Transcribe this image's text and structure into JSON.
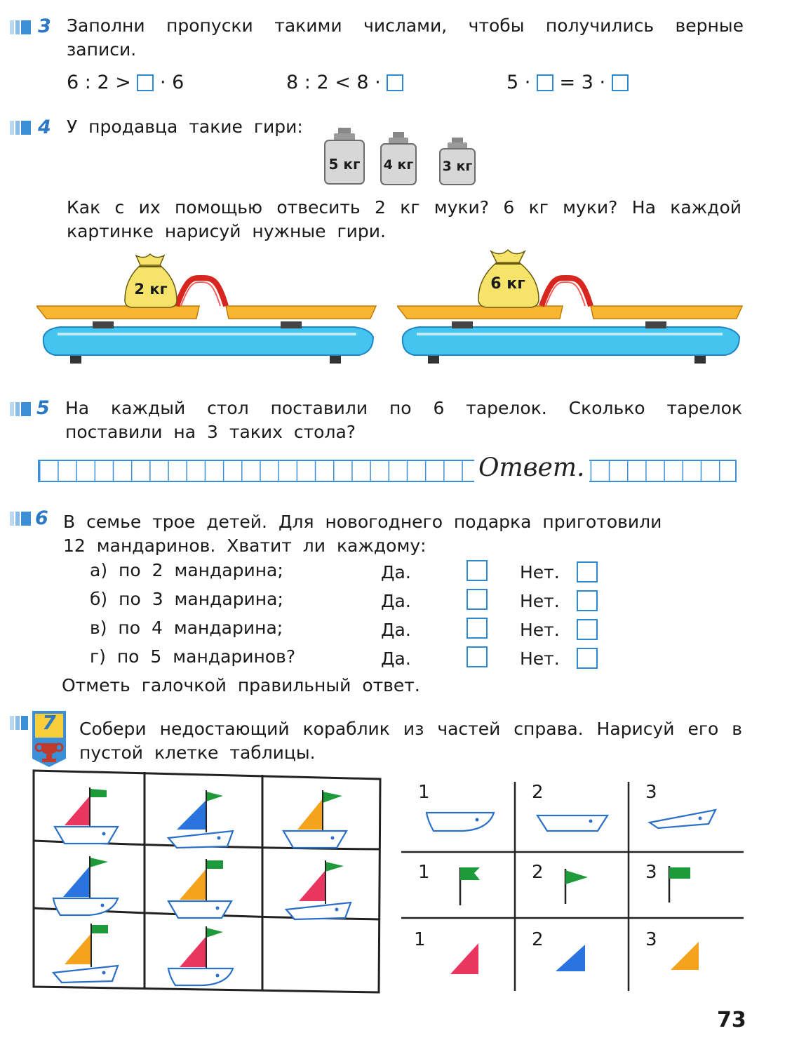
{
  "task3": {
    "num": "3",
    "text": "Заполни пропуски такими числами, чтобы получились верные записи.",
    "expr1_left": "6 : 2 >",
    "expr1_right": "· 6",
    "expr2_left": "8 : 2 < 8 ·",
    "expr3_left": "5 ·",
    "expr3_mid": "= 3 ·"
  },
  "task4": {
    "num": "4",
    "intro": "У продавца такие гири:",
    "weights": [
      "5 кг",
      "4 кг",
      "3 кг"
    ],
    "question": "Как с их помощью отвесить 2 кг муки? 6 кг муки? На каждой картинке нарисуй нужные гири.",
    "bags": [
      "2 кг",
      "6 кг"
    ]
  },
  "task5": {
    "num": "5",
    "text": "На каждый стол поставили по 6 тарелок. Сколько тарелок поставили на 3 таких стола?",
    "answer_label": "Ответ."
  },
  "task6": {
    "num": "6",
    "text": "В семье трое детей. Для новогоднего подарка приготовили 12 мандаринов. Хватит ли каждому:",
    "options": [
      {
        "label": "а) по 2 мандарина;",
        "yes": "Да.",
        "no": "Нет."
      },
      {
        "label": "б) по 3 мандарина;",
        "yes": "Да.",
        "no": "Нет."
      },
      {
        "label": "в) по 4 мандарина;",
        "yes": "Да.",
        "no": "Нет."
      },
      {
        "label": "г) по 5 мандаринов?",
        "yes": "Да.",
        "no": "Нет."
      }
    ],
    "instruction": "Отметь галочкой правильный ответ."
  },
  "task7": {
    "num": "7",
    "text": "Собери недостающий кораблик из частей справа. Нарисуй его в пустой клетке таблицы.",
    "parts": {
      "hulls": [
        "1",
        "2",
        "3"
      ],
      "flags": [
        "1",
        "2",
        "3"
      ],
      "sails": [
        "1",
        "2",
        "3"
      ]
    }
  },
  "page_number": "73",
  "colors": {
    "accent": "#2f86d1",
    "sail_red": "#e8365f",
    "sail_blue": "#2a74e0",
    "sail_orange": "#f5a21c",
    "flag_green": "#1e9a3a",
    "scale_blue": "#45c4f0",
    "pan_orange": "#f8b630",
    "bag_yellow": "#f6e36a"
  }
}
